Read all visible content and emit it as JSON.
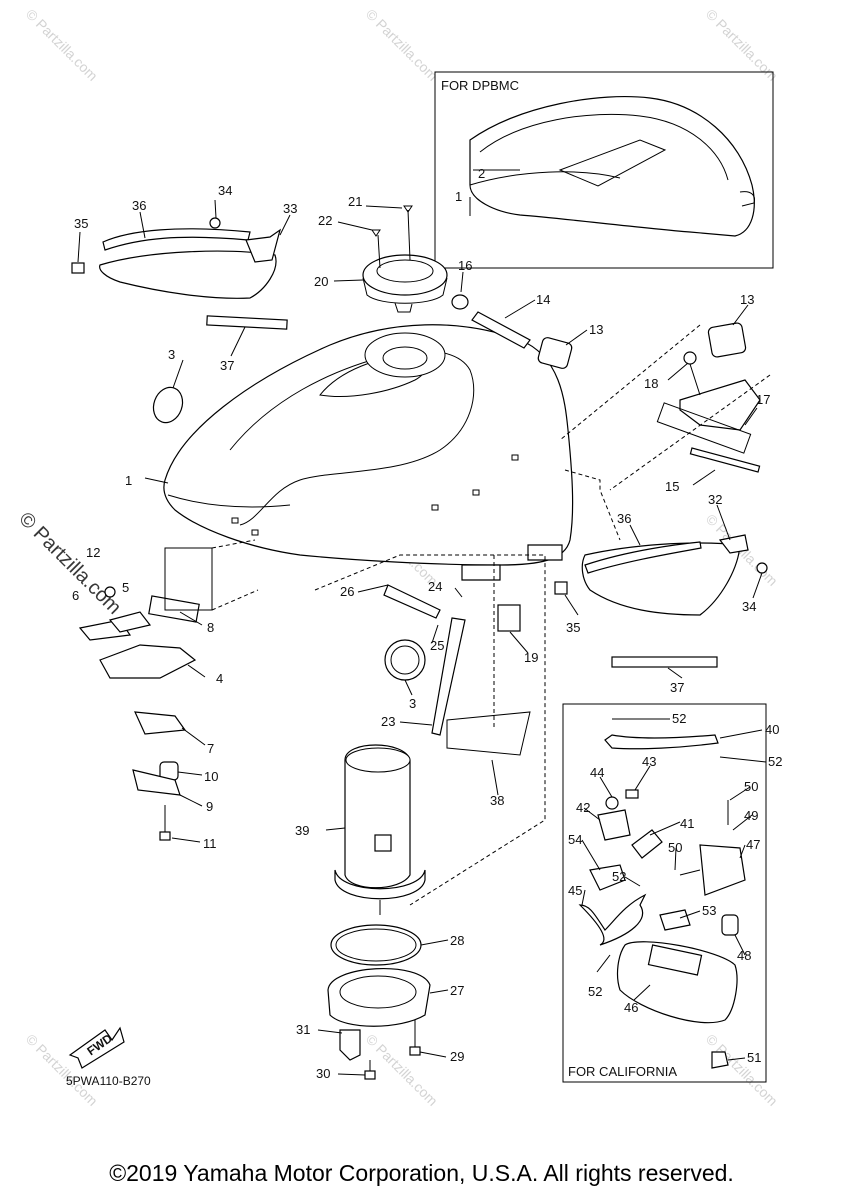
{
  "diagram_code": "5PWA110-B270",
  "copyright": "©2019 Yamaha Motor Corporation, U.S.A. All rights reserved.",
  "watermark": "© Partzilla.com",
  "fwd_label": "FWD",
  "insets": {
    "dpbmc": "FOR DPBMC",
    "california": "FOR CALIFORNIA"
  },
  "callouts": {
    "c1": "1",
    "c1b": "1",
    "c2": "2",
    "c3": "3",
    "c3b": "3",
    "c4": "4",
    "c5": "5",
    "c6": "6",
    "c7": "7",
    "c8": "8",
    "c9": "9",
    "c10": "10",
    "c11": "11",
    "c12": "12",
    "c13": "13",
    "c13b": "13",
    "c14": "14",
    "c15": "15",
    "c16": "16",
    "c17": "17",
    "c18": "18",
    "c19": "19",
    "c20": "20",
    "c21": "21",
    "c22": "22",
    "c23": "23",
    "c24": "24",
    "c25": "25",
    "c26": "26",
    "c27": "27",
    "c28": "28",
    "c29": "29",
    "c30": "30",
    "c31": "31",
    "c32": "32",
    "c33": "33",
    "c34": "34",
    "c34b": "34",
    "c35": "35",
    "c35b": "35",
    "c36": "36",
    "c36b": "36",
    "c37": "37",
    "c37b": "37",
    "c38": "38",
    "c39": "39",
    "c40": "40",
    "c41": "41",
    "c42": "42",
    "c43": "43",
    "c44": "44",
    "c45": "45",
    "c46": "46",
    "c47": "47",
    "c48": "48",
    "c49": "49",
    "c50": "50",
    "c50b": "50",
    "c51": "51",
    "c52": "52",
    "c52b": "52",
    "c52c": "52",
    "c52d": "52",
    "c53": "53",
    "c54": "54"
  }
}
